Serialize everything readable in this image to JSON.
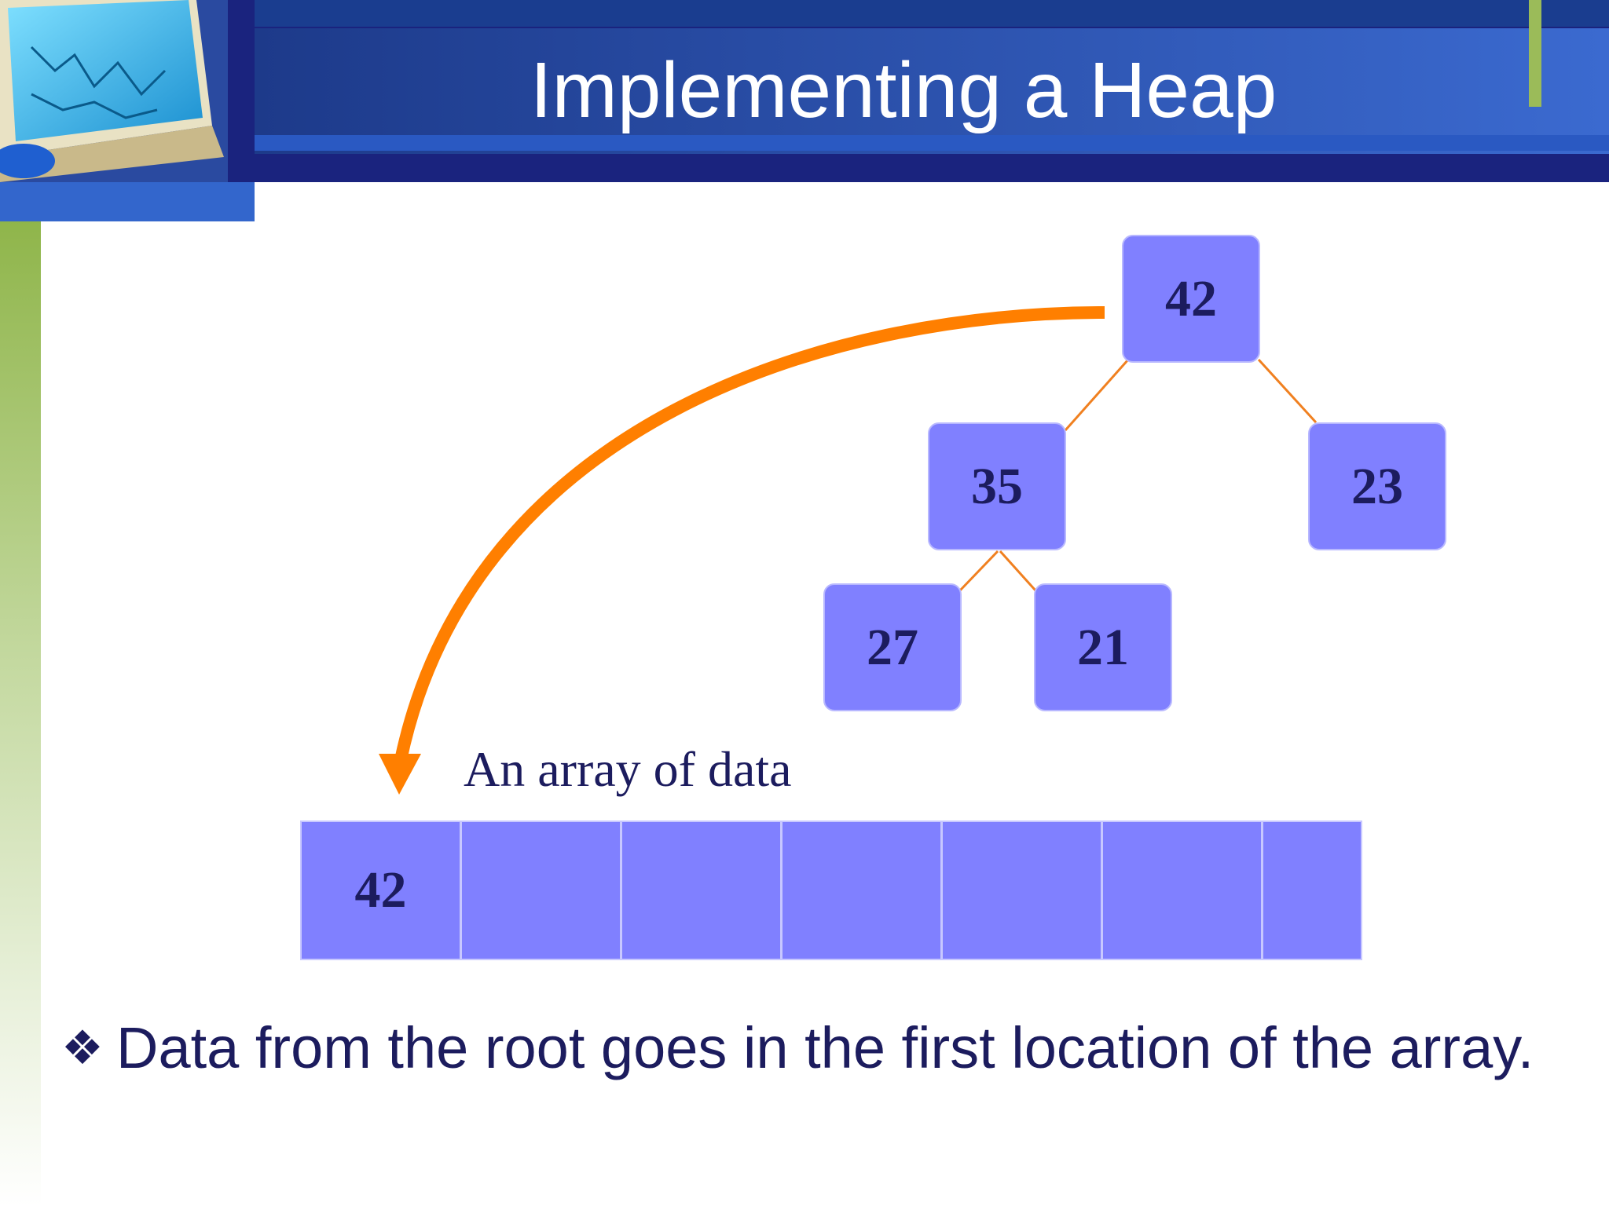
{
  "slide": {
    "title": "Implementing a Heap"
  },
  "tree": {
    "root": "42",
    "left": "35",
    "right": "23",
    "left_left": "27",
    "left_right": "21"
  },
  "array": {
    "caption": "An array of data",
    "cells": [
      "42",
      "",
      "",
      "",
      "",
      "",
      ""
    ]
  },
  "bullet": {
    "icon": "diamond-bullet-icon",
    "text": "Data from the root goes in the first location of the array."
  },
  "colors": {
    "node_fill": "#8080ff",
    "arrow": "#ff7f00",
    "text_dark": "#1c1c5e",
    "title_bar": "#1a3d8f"
  }
}
